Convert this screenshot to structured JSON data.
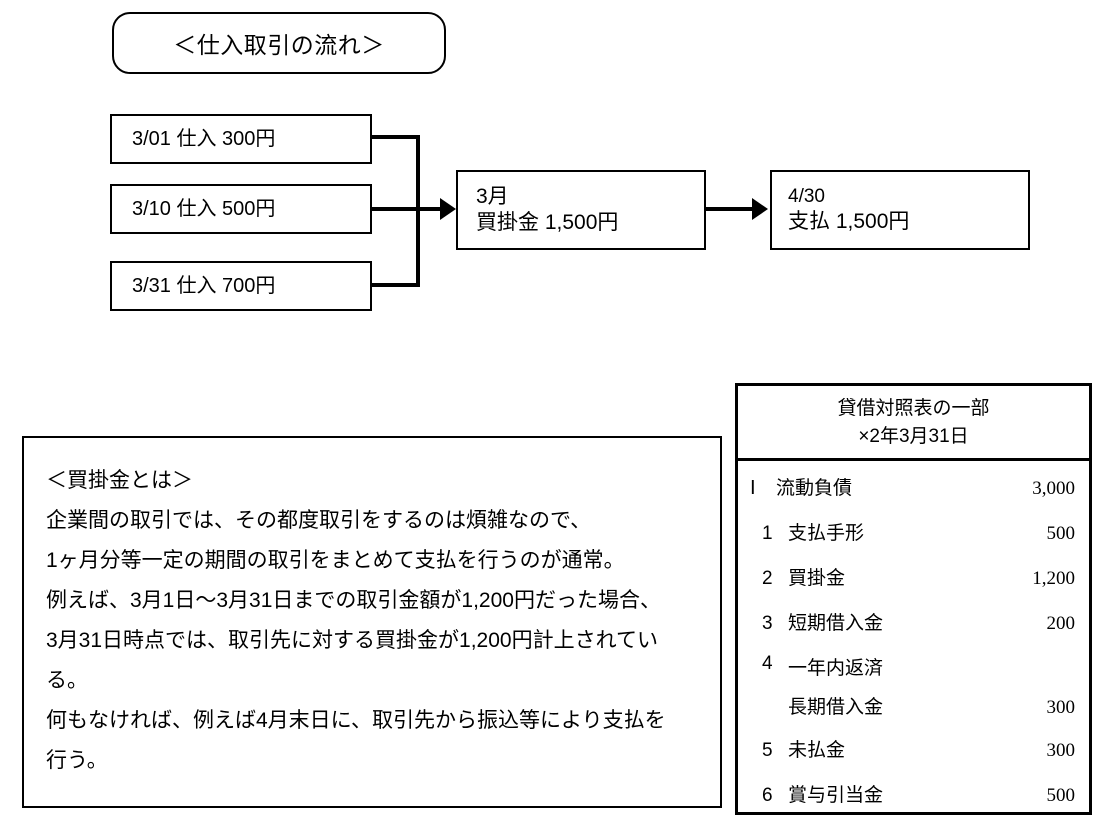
{
  "title": {
    "label": "＜仕入取引の流れ＞"
  },
  "flow": {
    "sources": [
      {
        "text": "3/01  仕入  300円"
      },
      {
        "text": "3/10  仕入  500円"
      },
      {
        "text": "3/31  仕入  700円"
      }
    ],
    "middle": {
      "line1": "3月",
      "line2": "買掛金  1,500円"
    },
    "right": {
      "line1": "4/30",
      "line2": "支払  1,500円"
    }
  },
  "explanation": {
    "heading": "＜買掛金とは＞",
    "lines": [
      "企業間の取引では、その都度取引をするのは煩雑なので、",
      "1ヶ月分等一定の期間の取引をまとめて支払を行うのが通常。",
      "例えば、3月1日～3月31日までの取引金額が1,200円だった場合、",
      "3月31日時点では、取引先に対する買掛金が1,200円計上されてい",
      "る。",
      "何もなければ、例えば4月末日に、取引先から振込等により支払を",
      "行う。"
    ]
  },
  "balance_sheet": {
    "header_line1": "貸借対照表の一部",
    "header_line2": "×2年3月31日",
    "total_row": {
      "index": "Ⅰ",
      "name": "流動負債",
      "amount": "3,000"
    },
    "rows": [
      {
        "index": "1",
        "name": "支払手形",
        "name2": "",
        "amount": "500"
      },
      {
        "index": "2",
        "name": "買掛金",
        "name2": "",
        "amount": "1,200"
      },
      {
        "index": "3",
        "name": "短期借入金",
        "name2": "",
        "amount": "200"
      },
      {
        "index": "4",
        "name": "一年内返済",
        "name2": "長期借入金",
        "amount": "300"
      },
      {
        "index": "5",
        "name": "未払金",
        "name2": "",
        "amount": "300"
      },
      {
        "index": "6",
        "name": "賞与引当金",
        "name2": "",
        "amount": "500"
      }
    ]
  }
}
